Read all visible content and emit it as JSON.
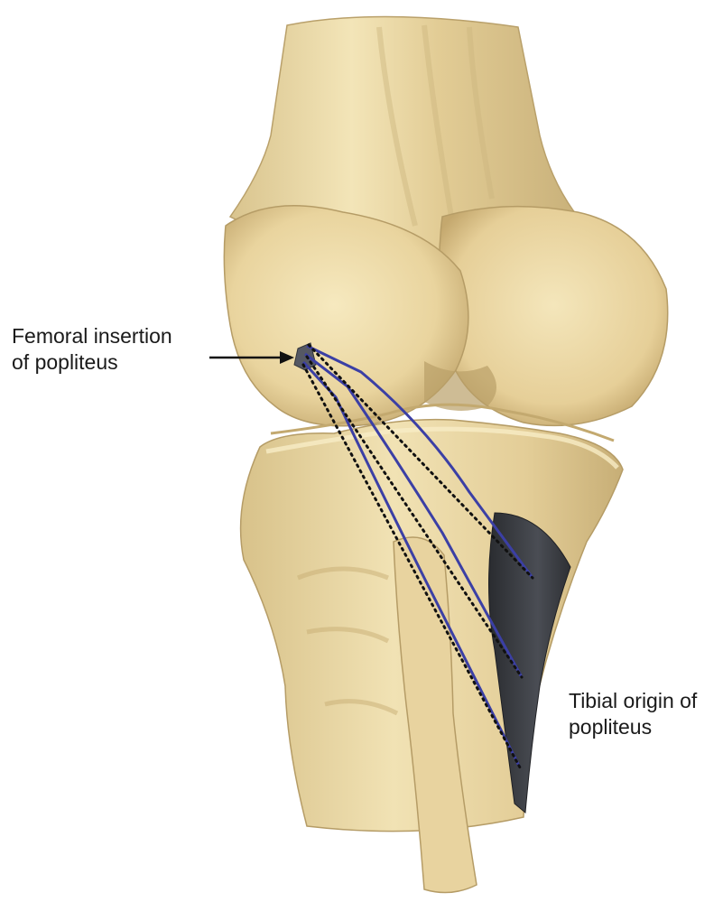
{
  "labels": {
    "femoral_insertion": {
      "line1": "Femoral insertion",
      "line2": "of popliteus"
    },
    "tibial_origin": {
      "line1": "Tibial origin of",
      "line2": "popliteus"
    }
  },
  "colors": {
    "background": "#ffffff",
    "bone": "#ecd9a6",
    "bone_shadow": "#c9b27a",
    "bone_dark": "#a8905a",
    "tibial_origin_area": "#3a3d42",
    "femoral_insertion_area": "#5a5d66",
    "tendon_path_solid": "#3b3fa5",
    "tendon_path_dotted": "#111111",
    "label_text": "#1a1a1a"
  },
  "paths": {
    "solid_count": 3,
    "dotted_count": 3
  }
}
